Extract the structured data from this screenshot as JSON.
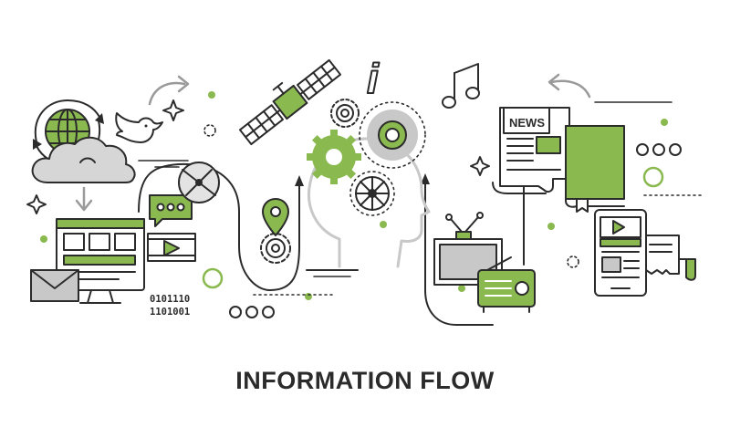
{
  "title": "INFORMATION FLOW",
  "news_label": "NEWS",
  "info_symbol": "i",
  "binary": [
    "0101110",
    "1101001"
  ],
  "colors": {
    "accent": "#8ab950",
    "outline": "#2b2b2b",
    "gray": "#c8c8c8",
    "dark_gray": "#7a7a7a",
    "background": "#ffffff"
  },
  "icons": [
    "globe-icon",
    "cloud-icon",
    "bird-icon",
    "satellite-icon",
    "info-icon",
    "music-note-icon",
    "newspaper-icon",
    "book-icon",
    "computer-monitor-icon",
    "envelope-icon",
    "chat-bubble-icon",
    "video-icon",
    "film-reel-icon",
    "location-pin-icon",
    "head-gears-icon",
    "tv-icon",
    "radio-icon",
    "tablet-icon",
    "curved-arrow-icon",
    "sparkle-icon"
  ]
}
